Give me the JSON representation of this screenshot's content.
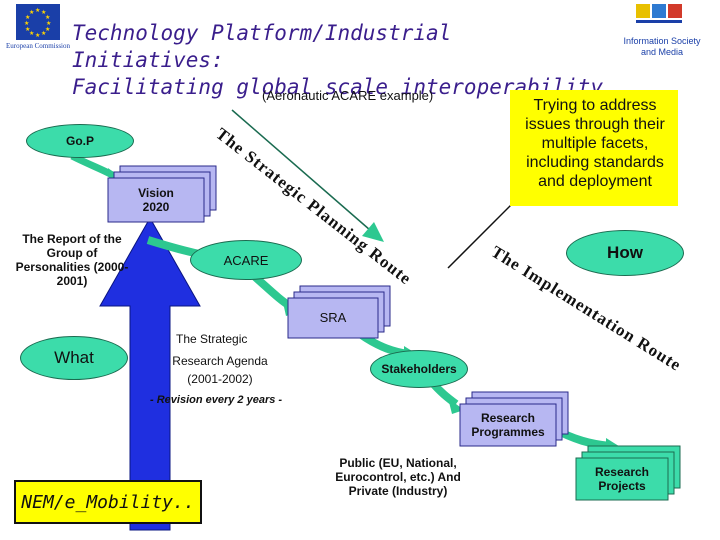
{
  "header": {
    "title_line1": "Technology Platform/Industrial Initiatives:",
    "title_line2": "Facilitating global scale interoperability",
    "subtitle": "(Aeronautic ACARE example)"
  },
  "logos": {
    "left_text": "European Commission",
    "right_text_line1": "Information Society",
    "right_text_line2": "and Media"
  },
  "callout": {
    "text": "Trying to address issues through their multiple facets, including standards and deployment"
  },
  "nodes": {
    "gop": "Go.P",
    "vision": "Vision 2020",
    "report": "The Report of the Group of Personalities (2000-2001)",
    "acare": "ACARE",
    "sra": "SRA",
    "strategic_line1": "The Strategic",
    "strategic_line2": "Research Agenda",
    "strategic_line3": "(2001-2002)",
    "revision": "- Revision every 2 years -",
    "what": "What",
    "how": "How",
    "stakeholders": "Stakeholders",
    "research_programmes": "Research Programmes",
    "research_projects": "Research Projects",
    "public_private": "Public (EU, National, Eurocontrol, etc.) And Private (Industry)",
    "nem": "NEM/e_Mobility.."
  },
  "routes": {
    "strategic": "The Strategic Planning Route",
    "implementation": "The Implementation Route"
  },
  "colors": {
    "ellipse_fill": "#3cdcaa",
    "callout": "#ffff00",
    "title": "#3a1e8c",
    "arrow_blue": "#1f2fe0"
  }
}
